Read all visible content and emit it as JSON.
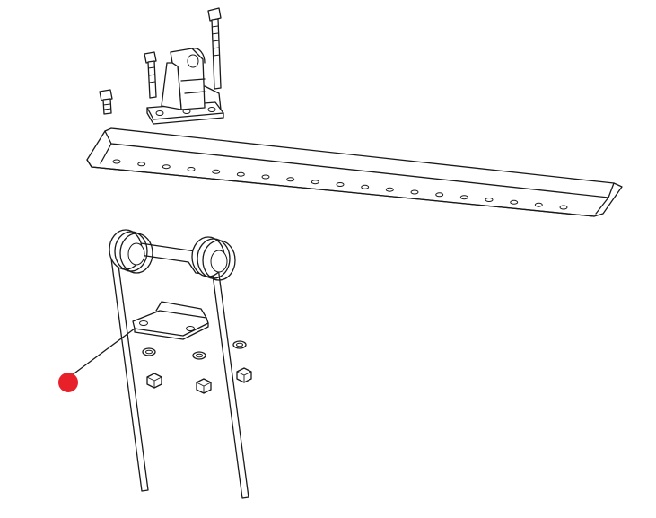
{
  "diagram": {
    "parts": [
      {
        "name": "bracket-with-bolts"
      },
      {
        "name": "tine-bar"
      },
      {
        "name": "double-spring-tine"
      },
      {
        "name": "clamp-plate"
      },
      {
        "name": "washers-and-nuts"
      }
    ],
    "marker": {
      "color": "#e8202a"
    },
    "line_color": "#1a1a1a",
    "background": "#ffffff"
  }
}
